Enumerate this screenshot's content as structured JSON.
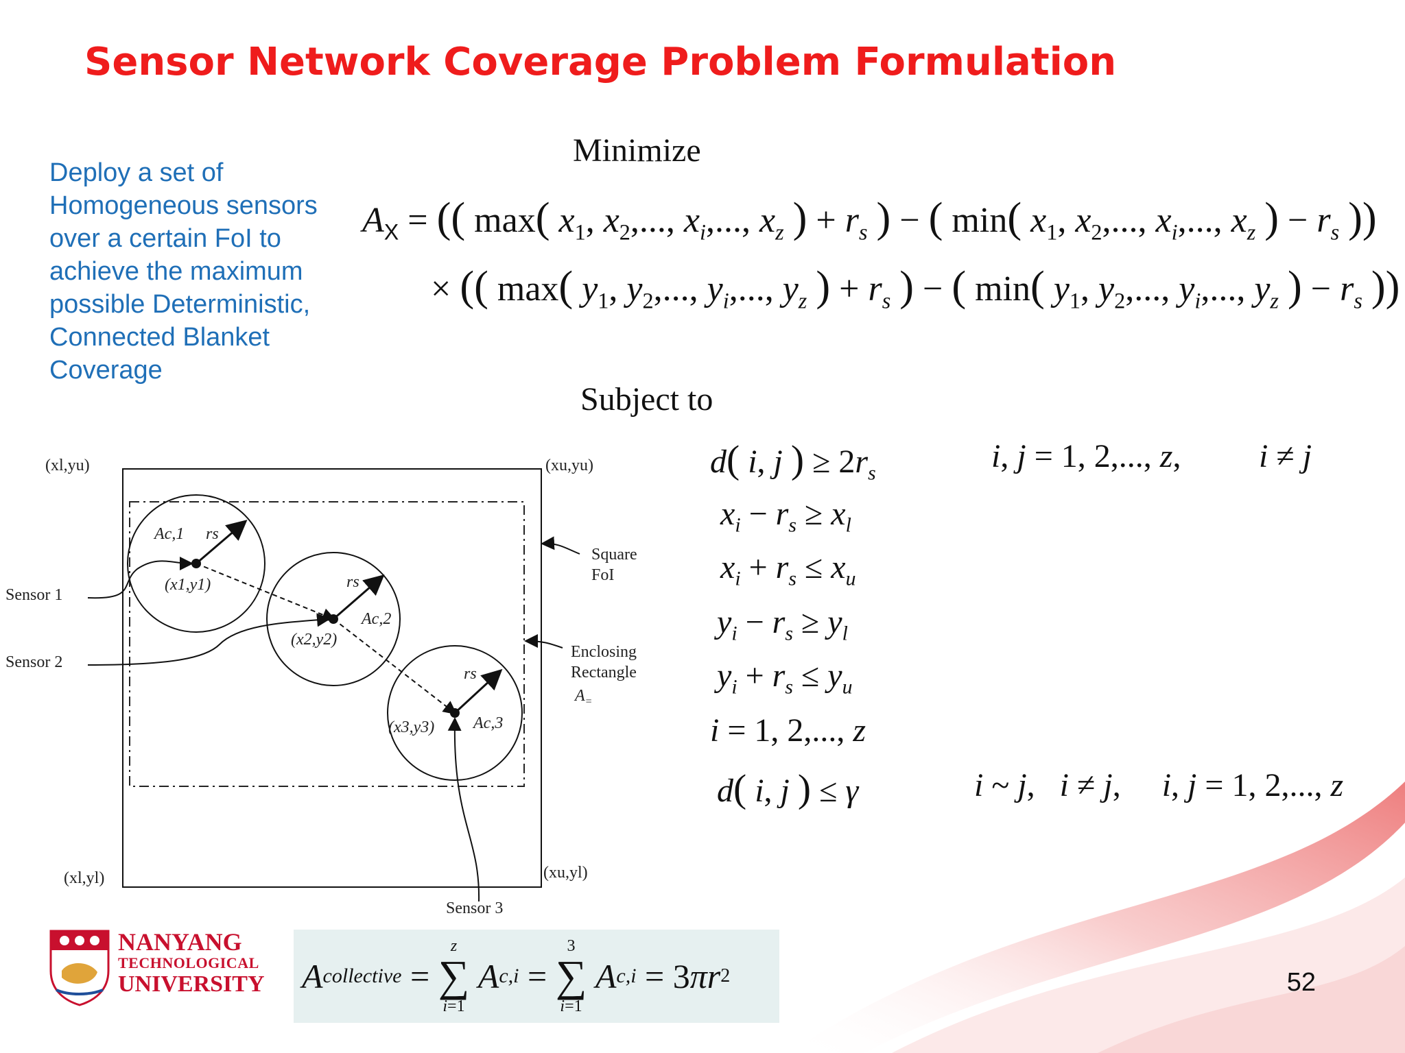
{
  "slide": {
    "title": "Sensor Network Coverage Problem Formulation",
    "description": "Deploy a set of Homogeneous sensors over a certain FoI to achieve the maximum possible Deterministic, Connected Blanket Coverage",
    "page_number": "52"
  },
  "math": {
    "minimize_label": "Minimize",
    "subject_to_label": "Subject to"
  },
  "diagram": {
    "corner_tl": "(xl,yu)",
    "corner_tr": "(xu,yu)",
    "corner_bl": "(xl,yl)",
    "corner_br": "(xu,yl)",
    "sensor1": "Sensor 1",
    "sensor2": "Sensor 2",
    "sensor3": "Sensor 3",
    "square_foi": "Square",
    "square_foi2": "FoI",
    "enclosing": "Enclosing",
    "rectangle": "Rectangle",
    "a_c1": "Ac,1",
    "a_c2": "Ac,2",
    "a_c3": "Ac,3",
    "coord1": "(x1,y1)",
    "coord2": "(x2,y2)",
    "coord3": "(x3,y3)",
    "rs": "rs"
  },
  "logo": {
    "line1": "NANYANG",
    "line2": "TECHNOLOGICAL",
    "line3": "UNIVERSITY"
  },
  "colors": {
    "title": "#ef1c1c",
    "description": "#1f6fb7",
    "logo": "#c8102e"
  }
}
